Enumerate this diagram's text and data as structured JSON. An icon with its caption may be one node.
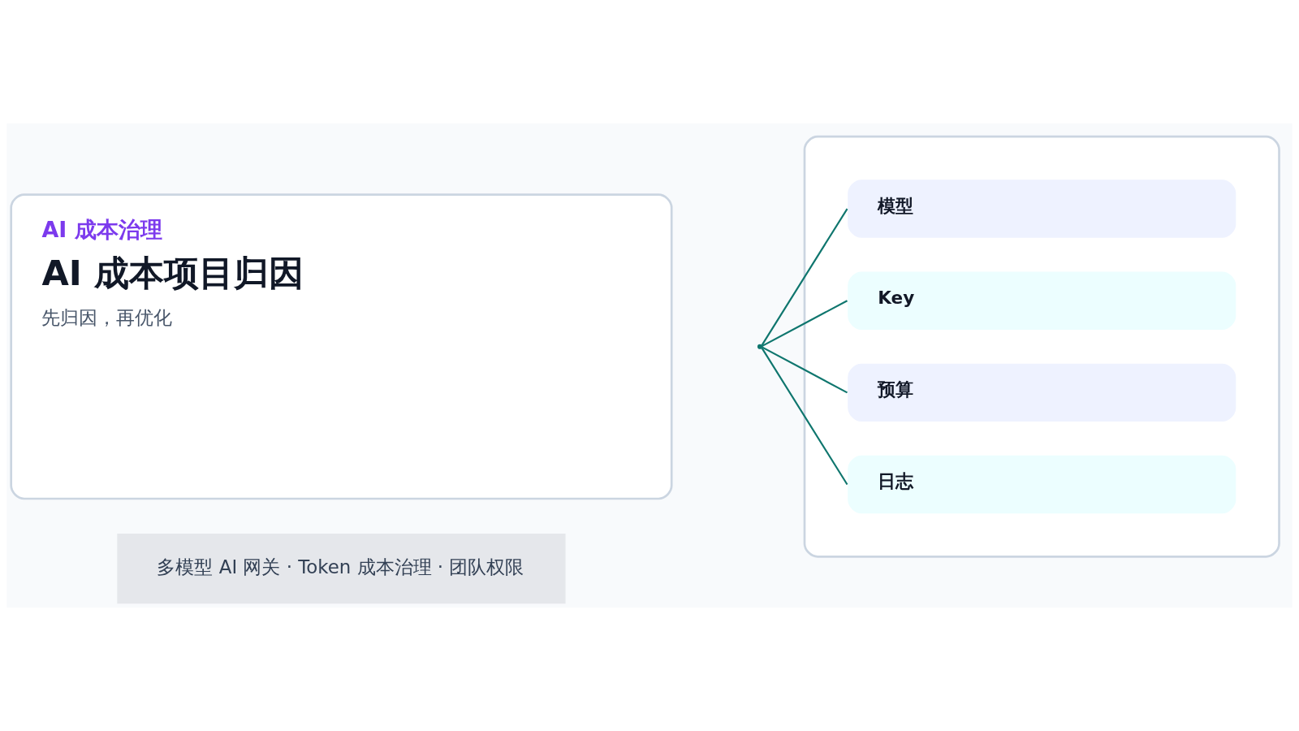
{
  "diagram": {
    "nodes": [
      {
        "text": [
          "AI 成本治理",
          "AI 成本项目归因",
          "先归因，再优化"
        ]
      },
      {
        "text": [],
        "shape": "point"
      },
      {
        "text": [],
        "shape": "box"
      },
      {
        "text": [
          "模型"
        ],
        "in": 2
      },
      {
        "text": [
          "Key"
        ],
        "in": 2
      },
      {
        "text": [
          "预算"
        ],
        "in": 2
      },
      {
        "text": [
          "日志"
        ],
        "in": 2
      },
      {
        "text": [
          "多模型 AI 网关 · Token 成本治理 · 团队权限"
        ]
      }
    ],
    "edges": [
      {
        "from": 1,
        "to": 3,
        "arrow": "none"
      },
      {
        "from": 1,
        "to": 4,
        "arrow": "none"
      },
      {
        "from": 1,
        "to": 5,
        "arrow": "none"
      },
      {
        "from": 1,
        "to": 6,
        "arrow": "none"
      }
    ]
  }
}
